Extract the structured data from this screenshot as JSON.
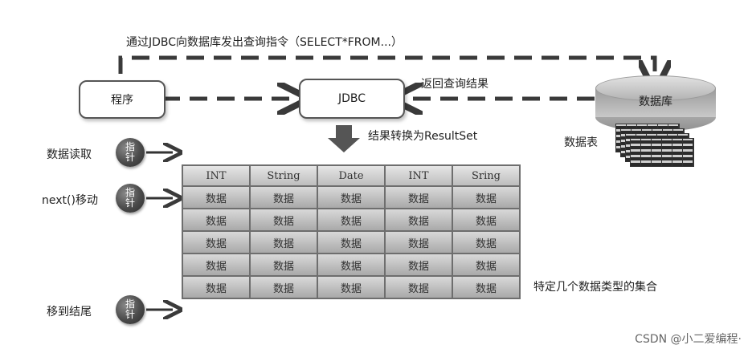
{
  "top_label": "通过JDBC向数据库发出查询指令（SELECT*FROM...）",
  "nodes": {
    "program": "程序",
    "jdbc": "JDBC",
    "database": "数据库"
  },
  "return_label": "返回查询结果",
  "convert_label": "结果转换为ResultSet",
  "data_tables_label": "数据表",
  "pointer_glyph_top": "指",
  "pointer_glyph_bottom": "针",
  "pointer_rows": [
    {
      "label": "数据读取"
    },
    {
      "label": "next()移动"
    },
    {
      "label": "移到结尾"
    }
  ],
  "resultset": {
    "headers": [
      "INT",
      "String",
      "Date",
      "INT",
      "Sring"
    ],
    "cell_text": "数据",
    "row_count": 5
  },
  "collection_label": "特定几个数据类型的集合",
  "watermark": "CSDN @小二爱编程·"
}
